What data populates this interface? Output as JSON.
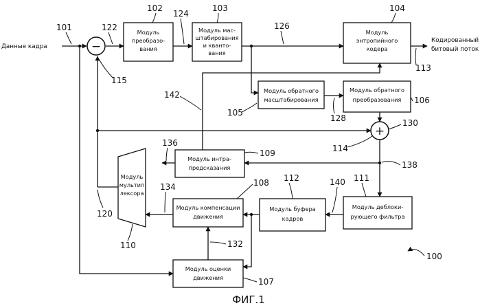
{
  "diagram": {
    "input_label": "Данные кадра",
    "output_label": [
      "Кодированный",
      "битовый поток"
    ],
    "caption": "ФИГ.1",
    "blocks": {
      "transform": [
        "Модуль",
        "преобразо-",
        "вания"
      ],
      "scaling_quant": [
        "Модуль мас-",
        "штабирования",
        "и кванто-",
        "вания"
      ],
      "entropy": [
        "Модуль",
        "энтропийного",
        "кодера"
      ],
      "inverse_scaling": [
        "Модуль обратного",
        "масштабирования"
      ],
      "inverse_transform": [
        "Модуль обратного",
        "преобразования"
      ],
      "intra": [
        "Модуль интра-",
        "предсказания"
      ],
      "multiplexer": [
        "Модуль",
        "мультип",
        "лексора"
      ],
      "motion_comp": [
        "Модуль компенсации",
        "движения"
      ],
      "frame_buffer": [
        "Модуль буфера",
        "кадров"
      ],
      "deblocking": [
        "Модуль деблоки-",
        "рующего фильтра"
      ],
      "motion_est": [
        "Модуль оценки",
        "движения"
      ]
    },
    "operators": {
      "subtract": "−",
      "add": "+"
    },
    "refs": {
      "r100": "100",
      "r101": "101",
      "r102": "102",
      "r103": "103",
      "r104": "104",
      "r105": "105",
      "r106": "106",
      "r107": "107",
      "r108": "108",
      "r109": "109",
      "r110": "110",
      "r111": "111",
      "r112": "112",
      "r113": "113",
      "r114": "114",
      "r115": "115",
      "r120": "120",
      "r122": "122",
      "r124": "124",
      "r126": "126",
      "r128": "128",
      "r130": "130",
      "r132": "132",
      "r134": "134",
      "r136": "136",
      "r138": "138",
      "r140": "140",
      "r142": "142"
    }
  }
}
